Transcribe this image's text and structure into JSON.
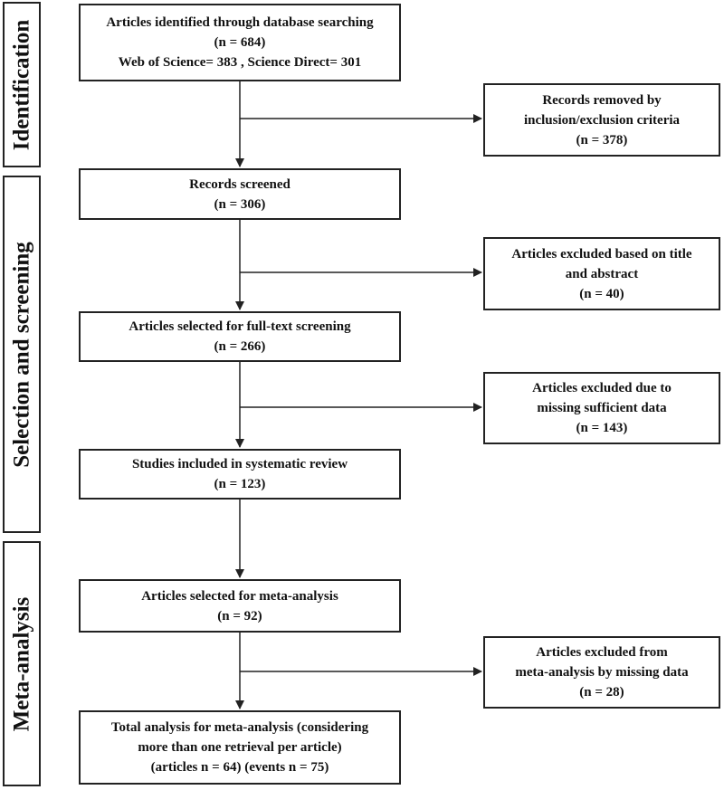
{
  "phases": {
    "identification": "Identification",
    "selection": "Selection and screening",
    "meta": "Meta-analysis"
  },
  "boxes": {
    "identified": {
      "line1": "Articles identified through database searching",
      "line2": "(n = 684)",
      "line3": "Web of Science= 383 , Science Direct= 301"
    },
    "removed": {
      "line1": "Records removed by",
      "line2": "inclusion/exclusion criteria",
      "line3": "(n = 378)"
    },
    "screened": {
      "line1": "Records screened",
      "line2": "(n = 306)"
    },
    "excluded_title": {
      "line1": "Articles excluded based on title",
      "line2": "and abstract",
      "line3": "(n = 40)"
    },
    "fulltext": {
      "line1": "Articles selected for full-text screening",
      "line2": "(n = 266)"
    },
    "excluded_missing": {
      "line1": "Articles excluded due to",
      "line2": "missing sufficient data",
      "line3": "(n = 143)"
    },
    "systematic": {
      "line1": "Studies included in systematic review",
      "line2": "(n = 123)"
    },
    "meta_selected": {
      "line1": "Articles selected for meta-analysis",
      "line2": "(n = 92)"
    },
    "excluded_meta": {
      "line1": "Articles excluded from",
      "line2": "meta-analysis by missing data",
      "line3": "(n = 28)"
    },
    "total": {
      "line1": "Total analysis  for meta-analysis (considering",
      "line2": "more than one retrieval per article)",
      "line3": "(articles n = 64) (events n = 75)"
    }
  }
}
